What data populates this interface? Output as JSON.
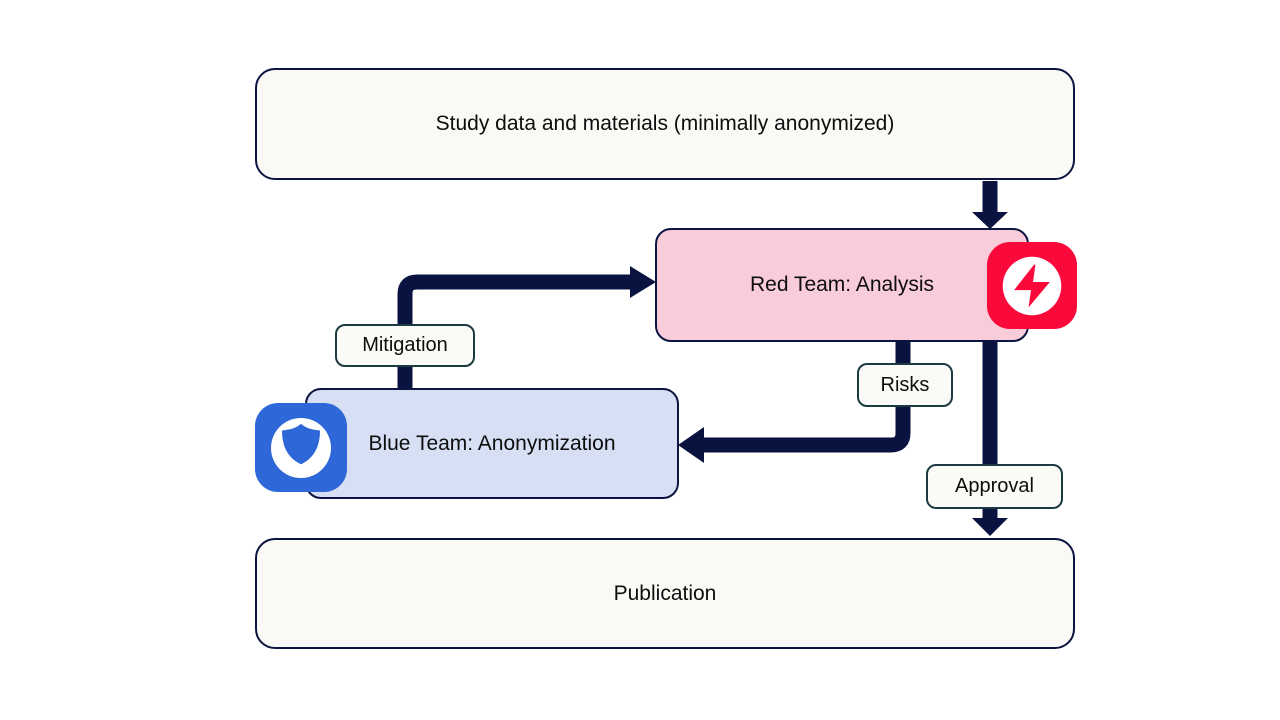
{
  "diagram": {
    "nodes": {
      "study": {
        "label": "Study data and materials (minimally anonymized)"
      },
      "red_team": {
        "label": "Red Team: Analysis",
        "icon": "lightning-bolt-icon"
      },
      "blue_team": {
        "label": "Blue Team: Anonymization",
        "icon": "shield-icon"
      },
      "publication": {
        "label": "Publication"
      }
    },
    "edges": {
      "study_to_red_team": {
        "label": ""
      },
      "mitigation": {
        "label": "Mitigation",
        "from": "Blue Team: Anonymization",
        "to": "Red Team: Analysis"
      },
      "risks": {
        "label": "Risks",
        "from": "Red Team: Analysis",
        "to": "Blue Team: Anonymization"
      },
      "approval": {
        "label": "Approval",
        "from": "Red Team: Analysis",
        "to": "Publication"
      }
    }
  },
  "colors": {
    "background": "#ffffff",
    "node_fill": "#faf9f6",
    "node_border": "#0c1442",
    "red_team_fill": "#f9ccd9",
    "blue_team_fill": "#d6dff4",
    "arrow": "#0a1340",
    "label_fill": "#fbfaf7",
    "label_border": "#1c3a42",
    "red_icon": "#fa0a3a",
    "blue_icon": "#2e68d8",
    "text": "#0d0d0d"
  }
}
